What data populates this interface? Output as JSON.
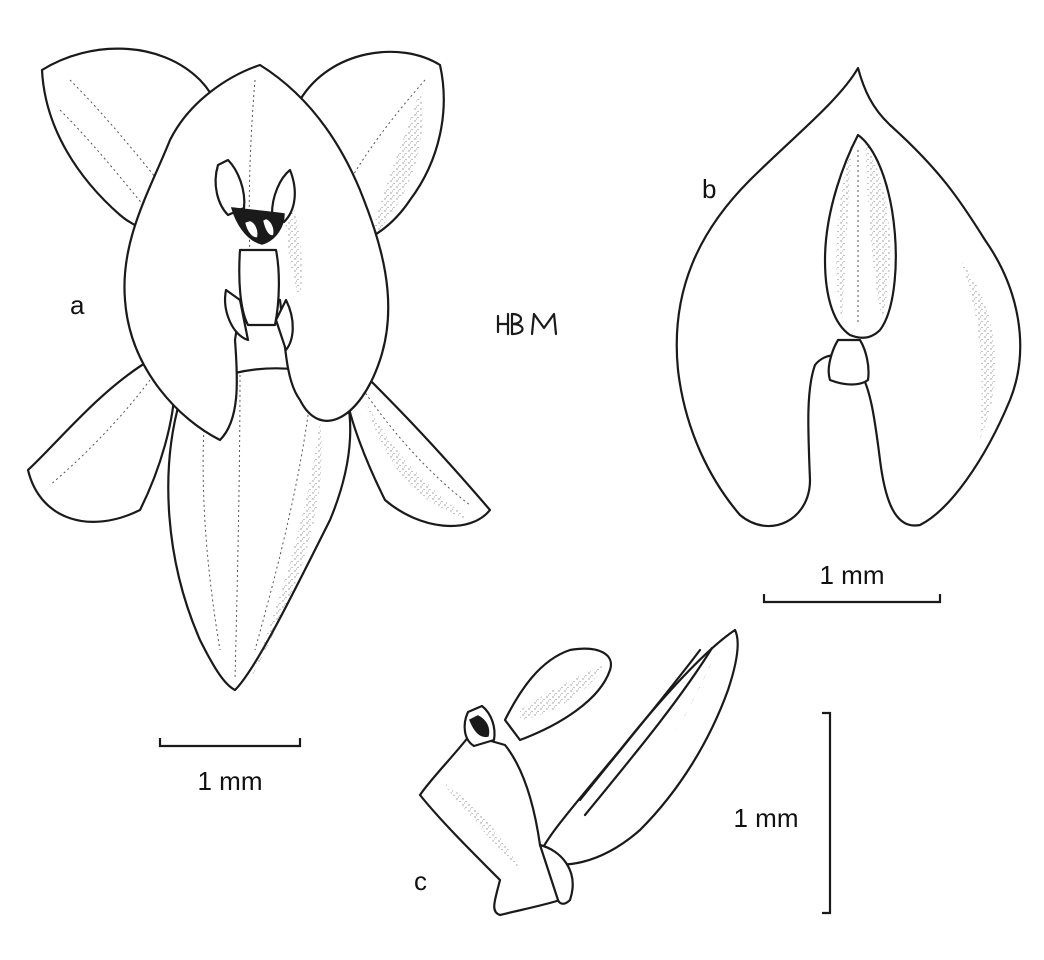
{
  "figure": {
    "panels": [
      {
        "letter": "a",
        "scale_bar_label": "1 mm"
      },
      {
        "letter": "b",
        "scale_bar_label": "1 mm"
      },
      {
        "letter": "c",
        "scale_bar_label": "1 mm"
      }
    ],
    "artist_monogram": "HBM"
  },
  "colors": {
    "ink": "#1a1a1a",
    "paper": "#ffffff"
  }
}
